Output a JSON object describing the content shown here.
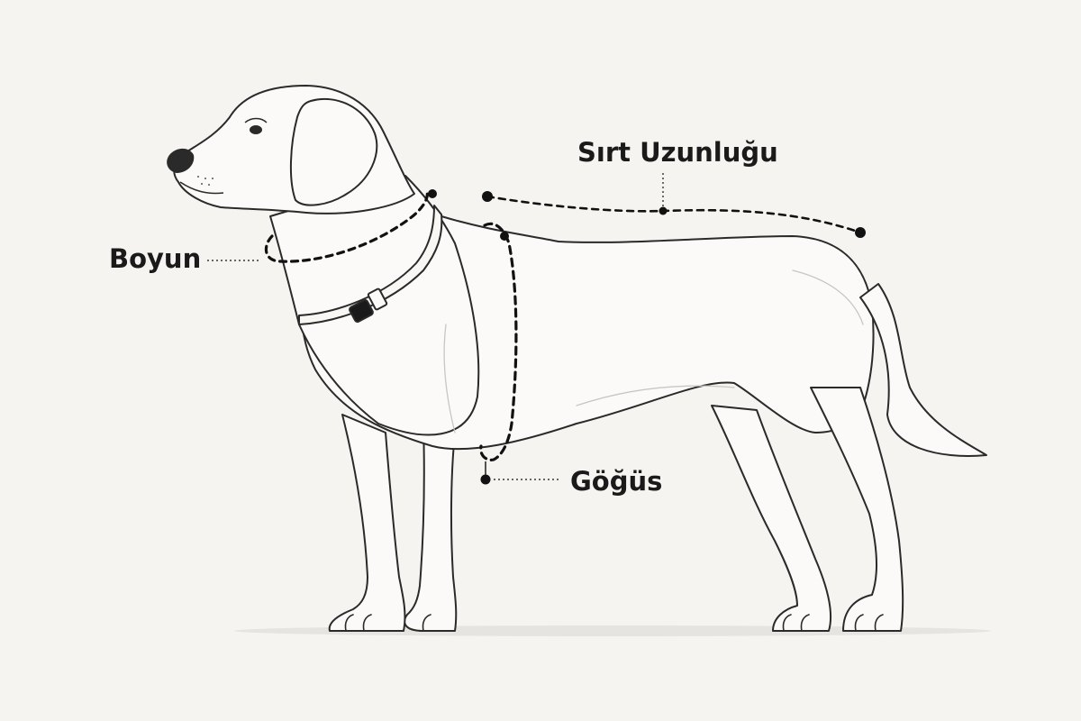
{
  "labels": {
    "neck": "Boyun",
    "back_length": "Sırt Uzunluğu",
    "chest": "Göğüs"
  },
  "colors": {
    "background": "#f5f4f1",
    "outline": "#2a2a2a",
    "measure": "#111111",
    "dog_fill": "#fbfaf8"
  },
  "icons": {
    "dog": "dog-side-view-illustration",
    "collar": "collar-with-buckle"
  }
}
